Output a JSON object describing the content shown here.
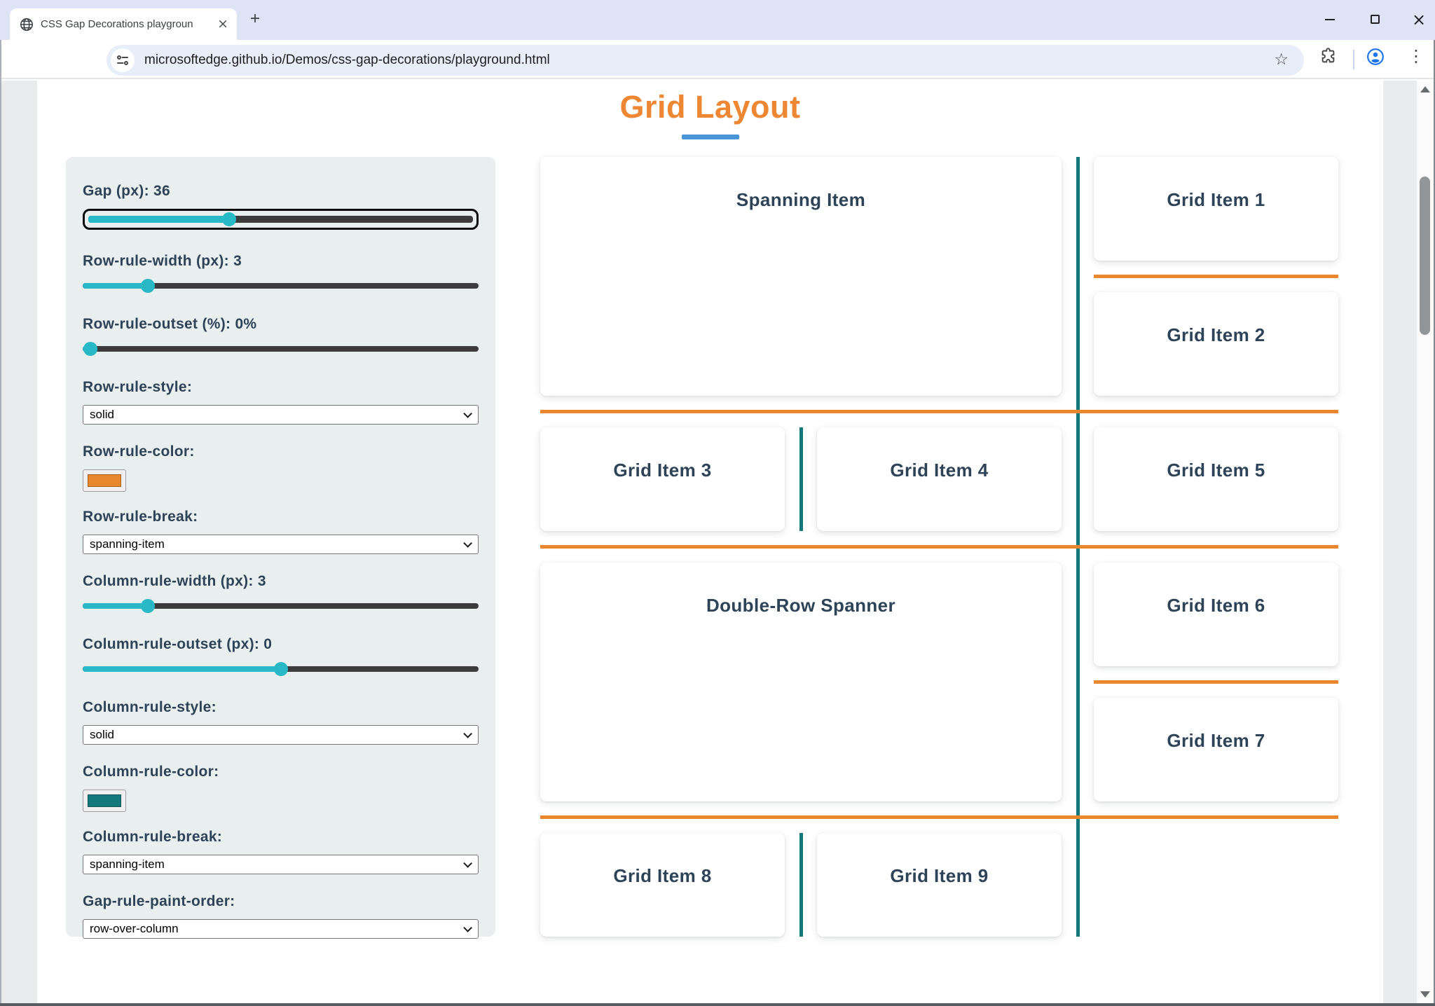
{
  "browser": {
    "tab_title": "CSS Gap Decorations playgroun",
    "url": "microsoftedge.github.io/Demos/css-gap-decorations/playground.html"
  },
  "page": {
    "title": "Grid Layout"
  },
  "sidebar": {
    "controls": [
      {
        "id": "gap",
        "type": "range",
        "label": "Gap (px): 36",
        "percent": 36.6,
        "focused": true
      },
      {
        "id": "row-rule-width",
        "type": "range",
        "label": "Row-rule-width (px): 3",
        "percent": 16.5
      },
      {
        "id": "row-rule-outset",
        "type": "range",
        "label": "Row-rule-outset (%): 0%",
        "percent": 2
      },
      {
        "id": "row-rule-style",
        "type": "select",
        "label": "Row-rule-style:",
        "value": "solid"
      },
      {
        "id": "row-rule-color",
        "type": "color",
        "label": "Row-rule-color:",
        "value": "#E8872E"
      },
      {
        "id": "row-rule-break",
        "type": "select",
        "label": "Row-rule-break:",
        "value": "spanning-item"
      },
      {
        "id": "column-rule-width",
        "type": "range",
        "label": "Column-rule-width (px): 3",
        "percent": 16.5
      },
      {
        "id": "column-rule-outset",
        "type": "range",
        "label": "Column-rule-outset (px): 0",
        "percent": 50
      },
      {
        "id": "column-rule-style",
        "type": "select",
        "label": "Column-rule-style:",
        "value": "solid"
      },
      {
        "id": "column-rule-color",
        "type": "color",
        "label": "Column-rule-color:",
        "value": "#12787B"
      },
      {
        "id": "column-rule-break",
        "type": "select",
        "label": "Column-rule-break:",
        "value": "spanning-item"
      },
      {
        "id": "gap-rule-paint-order",
        "type": "select",
        "label": "Gap-rule-paint-order:",
        "value": "row-over-column"
      }
    ]
  },
  "grid": {
    "items": [
      {
        "label": "Spanning Item",
        "col": 1,
        "colspan": 2,
        "row": 1,
        "rowspan": 2
      },
      {
        "label": "Grid Item 1",
        "col": 3,
        "row": 1
      },
      {
        "label": "Grid Item 2",
        "col": 3,
        "row": 2
      },
      {
        "label": "Grid Item 3",
        "col": 1,
        "row": 3
      },
      {
        "label": "Grid Item 4",
        "col": 2,
        "row": 3
      },
      {
        "label": "Grid Item 5",
        "col": 3,
        "row": 3
      },
      {
        "label": "Double-Row Spanner",
        "col": 1,
        "colspan": 2,
        "row": 4,
        "rowspan": 2
      },
      {
        "label": "Grid Item 6",
        "col": 3,
        "row": 4
      },
      {
        "label": "Grid Item 7",
        "col": 3,
        "row": 5
      },
      {
        "label": "Grid Item 8",
        "col": 1,
        "row": 6
      },
      {
        "label": "Grid Item 9",
        "col": 2,
        "row": 6
      }
    ],
    "rules": [
      {
        "type": "row",
        "after_row": 1,
        "from_col": 3,
        "to_col": 3
      },
      {
        "type": "row",
        "after_row": 2,
        "from_col": 1,
        "to_col": 3
      },
      {
        "type": "row",
        "after_row": 3,
        "from_col": 1,
        "to_col": 3
      },
      {
        "type": "row",
        "after_row": 4,
        "from_col": 3,
        "to_col": 3
      },
      {
        "type": "row",
        "after_row": 5,
        "from_col": 1,
        "to_col": 3
      },
      {
        "type": "col",
        "after_col": 1,
        "from_row": 3,
        "to_row": 3
      },
      {
        "type": "col",
        "after_col": 1,
        "from_row": 6,
        "to_row": 6
      },
      {
        "type": "col",
        "after_col": 2,
        "from_row": 1,
        "to_row": 6
      }
    ]
  },
  "colors": {
    "title": "#ED8733",
    "title_underline": "#4A96D8",
    "row_rule": "#E8872E",
    "column_rule": "#12787B",
    "slider_accent": "#29B9C6",
    "slider_track": "#3C3C3C",
    "label_text": "#2E4357"
  }
}
